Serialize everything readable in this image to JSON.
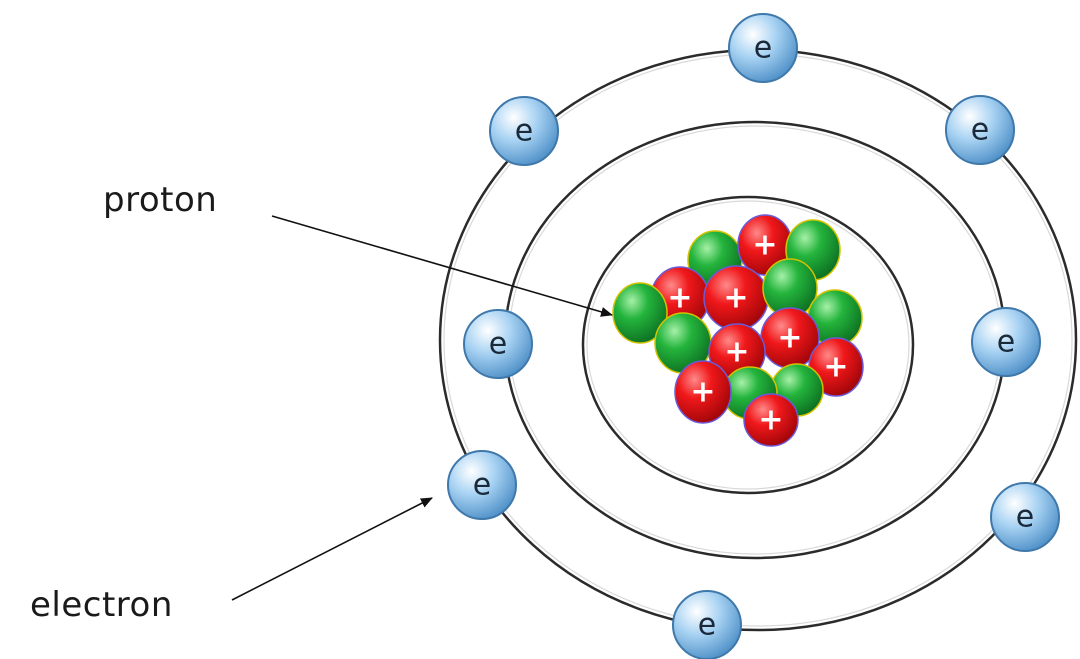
{
  "labels": {
    "proton": "proton",
    "electron": "electron"
  },
  "electron_symbol": "e",
  "proton_symbol": "+",
  "colors": {
    "proton": "#e8161b",
    "neutron": "#1fae3a",
    "electron": "#8fc3ec",
    "orbit": "#2b2b2b"
  },
  "icons": {
    "electron": "blue-sphere-with-e",
    "proton": "red-sphere-with-plus",
    "neutron": "green-sphere"
  }
}
